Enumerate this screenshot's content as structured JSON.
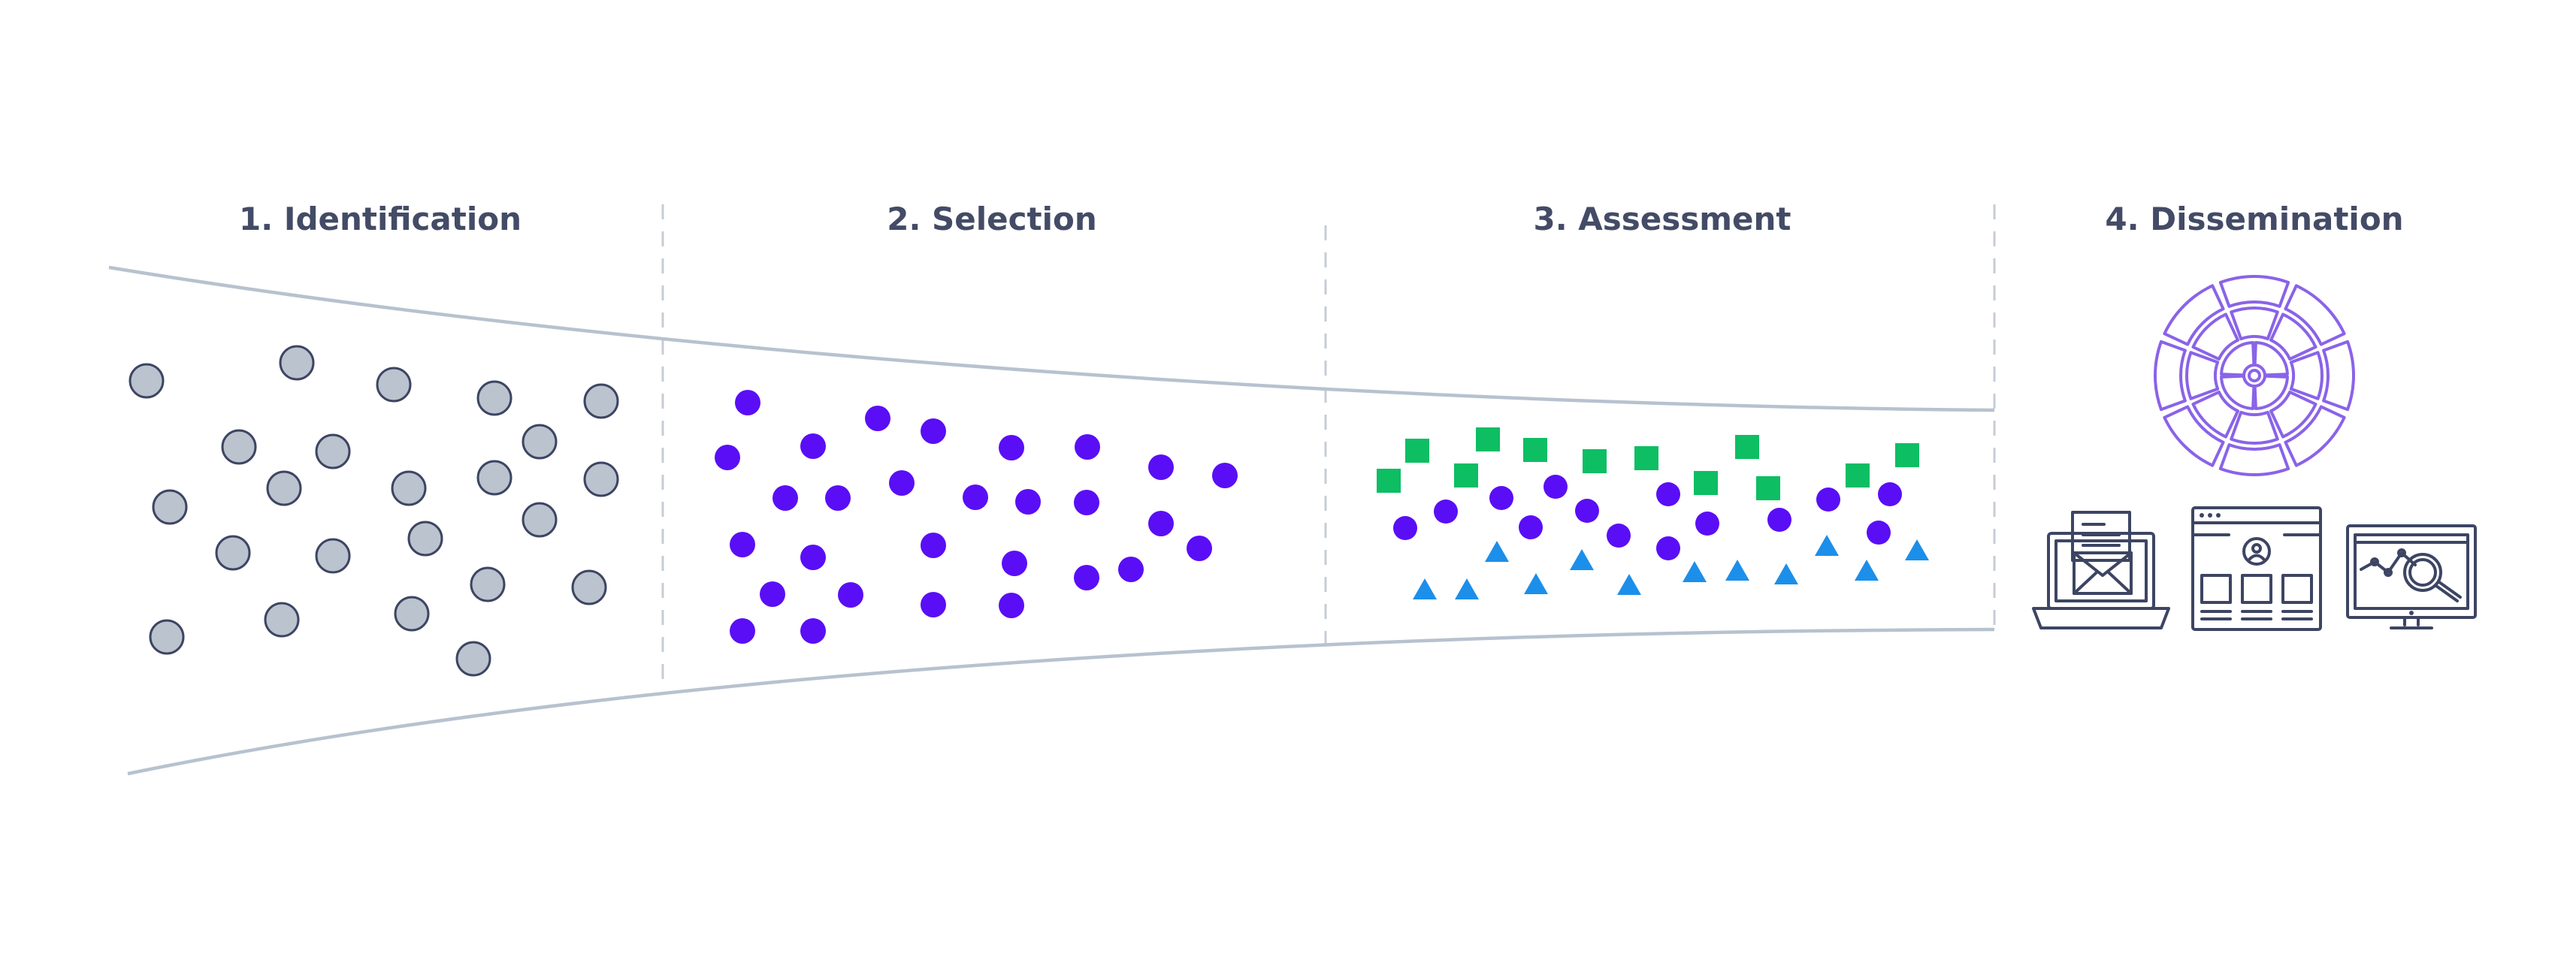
{
  "stages": [
    {
      "title": "1. Identification"
    },
    {
      "title": "2. Selection"
    },
    {
      "title": "3. Assessment"
    },
    {
      "title": "4. Dissemination"
    }
  ],
  "colors": {
    "title_text": "#434B66",
    "funnel_line": "#B7C2CF",
    "divider": "#C5CCD6",
    "gray_item_fill": "#BBC3CE",
    "gray_item_stroke": "#3D4563",
    "selected_item": "#5A0EF5",
    "green_item": "#0DBE63",
    "blue_item": "#1C8FEA",
    "target_icon": "#8A63E8",
    "device_icon": "#3D4563"
  },
  "icons": {
    "target": "target-icon",
    "email": "laptop-email-icon",
    "web": "web-page-profile-icon",
    "analytics": "monitor-analytics-icon"
  }
}
